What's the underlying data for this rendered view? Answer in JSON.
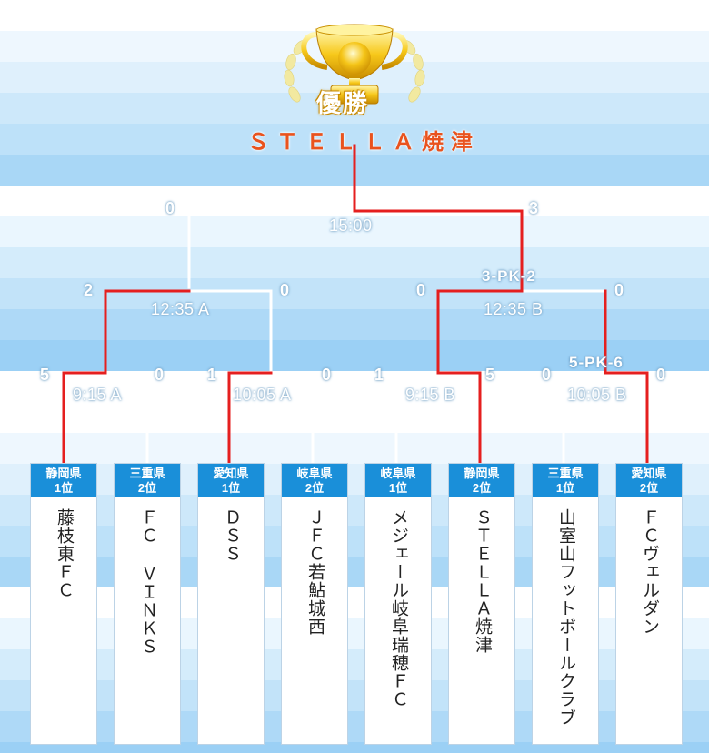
{
  "champion": {
    "label": "優勝",
    "team": "ＳＴＥＬＬＡ焼津"
  },
  "final": {
    "time": "15:00",
    "score_left": "0",
    "score_right": "3"
  },
  "semifinals": [
    {
      "time": "12:35 A",
      "score_left": "2",
      "score_right": "0"
    },
    {
      "time": "12:35 B",
      "score_left": "0",
      "score_right": "0",
      "pk": "3-PK-2"
    }
  ],
  "quarterfinals": [
    {
      "time": "9:15 A",
      "score_left": "5",
      "score_right": "0"
    },
    {
      "time": "10:05 A",
      "score_left": "1",
      "score_right": "0"
    },
    {
      "time": "9:15 B",
      "score_left": "1",
      "score_right": "5"
    },
    {
      "time": "10:05 B",
      "score_left": "0",
      "score_right": "0",
      "pk": "5-PK-6"
    }
  ],
  "teams": [
    {
      "pref": "静岡県",
      "rank": "1位",
      "name": "藤枝東ＦＣ"
    },
    {
      "pref": "三重県",
      "rank": "2位",
      "name": "ＦＣ ＶＩＮＫＳ"
    },
    {
      "pref": "愛知県",
      "rank": "1位",
      "name": "ＤＳＳ"
    },
    {
      "pref": "岐阜県",
      "rank": "2位",
      "name": "ＪＦＣ若鮎城西"
    },
    {
      "pref": "岐阜県",
      "rank": "1位",
      "name": "メジェール岐阜瑞穂ＦＣ"
    },
    {
      "pref": "静岡県",
      "rank": "2位",
      "name": "ＳＴＥＬＬＡ焼津"
    },
    {
      "pref": "三重県",
      "rank": "1位",
      "name": "山室山フットボールクラブ"
    },
    {
      "pref": "愛知県",
      "rank": "2位",
      "name": "ＦＣヴェルダン"
    }
  ],
  "colors": {
    "winner_line": "#e51f1f",
    "loser_line": "#ffffff",
    "header_blue": "#1a8fd9",
    "champion_orange": "#e9531e"
  },
  "icons": {
    "trophy": "trophy-icon",
    "laurel": "laurel-icon"
  }
}
